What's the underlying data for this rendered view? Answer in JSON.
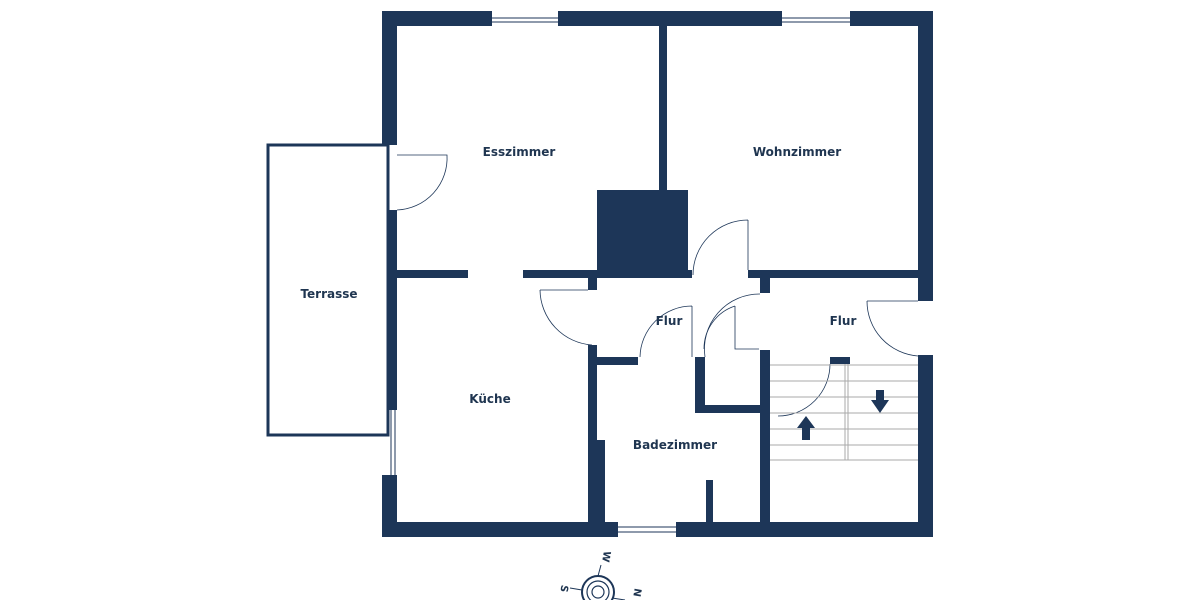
{
  "plan": {
    "wall_color": "#1d3658",
    "rooms": [
      {
        "name": "Esszimmer"
      },
      {
        "name": "Wohnzimmer"
      },
      {
        "name": "Terrasse"
      },
      {
        "name": "Küche"
      },
      {
        "name": "Flur"
      },
      {
        "name": "Flur"
      },
      {
        "name": "Badezimmer"
      }
    ],
    "stairs": {
      "up_arrow": "arrow-up-icon",
      "down_arrow": "arrow-down-icon"
    }
  },
  "compass": {
    "icon": "compass-rose-icon",
    "labels": {
      "west": "W",
      "south": "S",
      "north": "N"
    }
  }
}
